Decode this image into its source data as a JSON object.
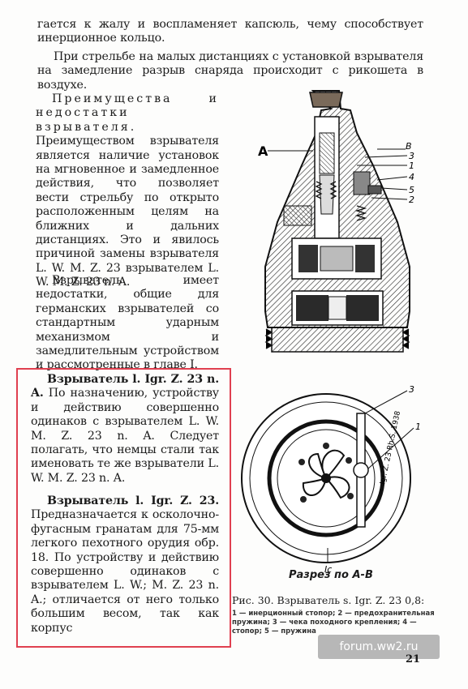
{
  "top": {
    "line1": "гается к жалу и воспламеняет капсюль, чему способствует инерционное кольцо.",
    "para2": "При стрельбе на малых дистанциях с установкой взрывателя на замедление разрыв снаряда происходит с рикошета в воздухе."
  },
  "left_col": {
    "heading": "Преимущества и недостатки взрывателя.",
    "para1": "Преимуществом взрывателя является наличие установок на мгновенное и замедленное действия, что позволяет вести стрельбу по открыто расположенным целям на ближних и дальних дистанциях. Это и явилось причиной замены взрывателя L. W. M. Z. 23 взрывателем L. W. M. Z. 23 n. A.",
    "para2": "Взрыватель имеет недостатки, общие для германских взрывателей со стандартным ударным механизмом и замедлительным устройством и рассмотренные в главе I."
  },
  "box": {
    "p1_title": "Взрыватель l. Igr. Z. 23 n. A.",
    "p1_text": "По назначению, устройству и действию совершенно одинаков с взрывателем L. W. M. Z. 23 n. A. Следует полагать, что немцы стали так именовать те же взрыватели L. W. M. Z. 23 n. A.",
    "p2_title": "Взрыватель l. Igr. Z. 23.",
    "p2_text": "Предназначается к осколочно-фугасным гранатам для 75-мм легкого пехотного орудия обр. 18. По устройству и действию совершенно одинаков с взрывателем L. W.; M. Z. 23 n. A.; отличается от него только большим весом, так как корпус"
  },
  "figure": {
    "label_a": "A",
    "label_b": "B",
    "callouts": [
      "3",
      "1",
      "4",
      "5",
      "2"
    ],
    "circle_callout_3": "3",
    "circle_callout_1": "1",
    "ring_text": "Igr. Z. 23 Rh.S. 1938",
    "bottom_mark": "Іс",
    "section_label": "Разрез по А-В"
  },
  "caption": {
    "title": "Рис. 30. Взрыватель s. Igr. Z. 23 0,8:",
    "legend": "1 — инерционный стопор; 2 — предохранительная пружина; 3 — чека походного крепления; 4 — стопор; 5 — пружина"
  },
  "watermark": "forum.ww2.ru",
  "page_number": "21"
}
